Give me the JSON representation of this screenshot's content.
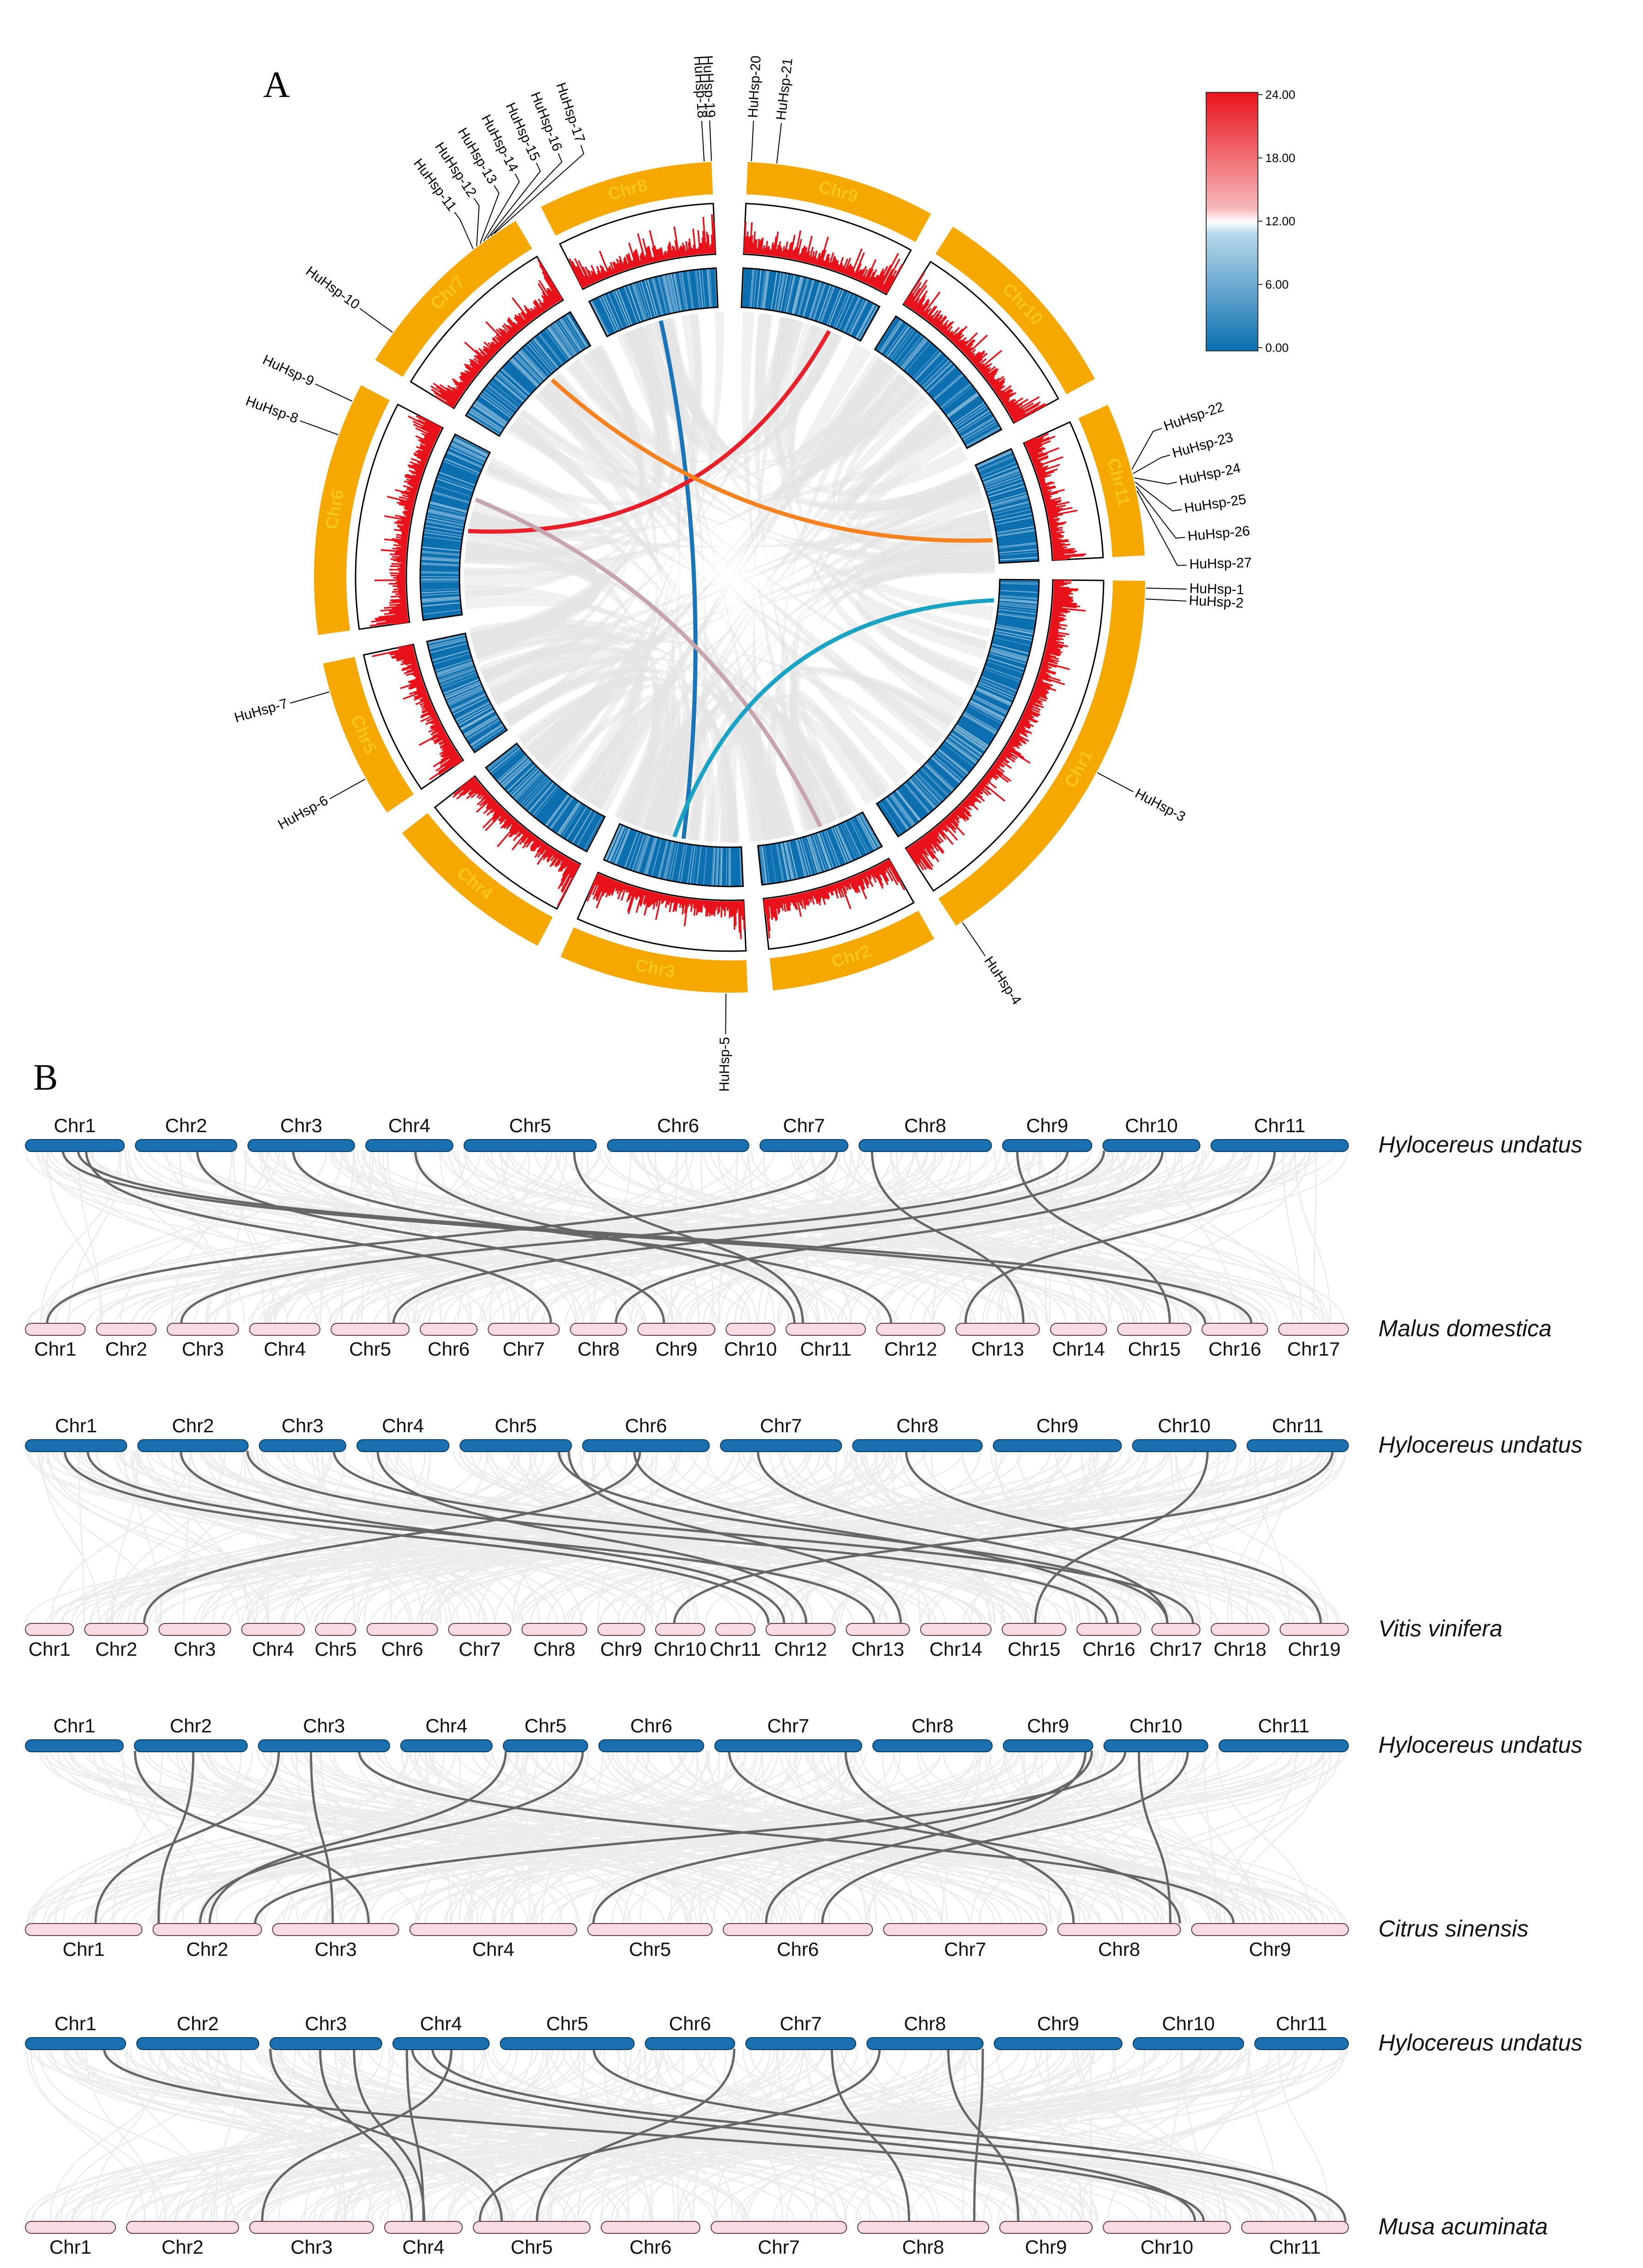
{
  "panels": {
    "A": "A",
    "B": "B"
  },
  "colors": {
    "chr_band": "#f5a800",
    "chr_label": "#f5c518",
    "density_red": "#e8121b",
    "heat_blue": "#0b6fb0",
    "ribbon_gray": "#e4e4e4",
    "top_bar": "#1a6fae",
    "bottom_bar": "#f7dbe3",
    "pair_line": "#666666"
  },
  "circos": {
    "chromosomes": [
      "Chr1",
      "Chr2",
      "Chr3",
      "Chr4",
      "Chr5",
      "Chr6",
      "Chr7",
      "Chr8",
      "Chr9",
      "Chr10",
      "Chr11"
    ],
    "genes": [
      {
        "name": "HuHsp-1",
        "chr": "Chr1"
      },
      {
        "name": "HuHsp-2",
        "chr": "Chr1"
      },
      {
        "name": "HuHsp-3",
        "chr": "Chr1"
      },
      {
        "name": "HuHsp-4",
        "chr": "Chr2"
      },
      {
        "name": "HuHsp-5",
        "chr": "Chr3"
      },
      {
        "name": "HuHsp-6",
        "chr": "Chr5"
      },
      {
        "name": "HuHsp-7",
        "chr": "Chr5"
      },
      {
        "name": "HuHsp-8",
        "chr": "Chr6"
      },
      {
        "name": "HuHsp-9",
        "chr": "Chr6"
      },
      {
        "name": "HuHsp-10",
        "chr": "Chr7"
      },
      {
        "name": "HuHsp-11",
        "chr": "Chr7"
      },
      {
        "name": "HuHsp-12",
        "chr": "Chr7"
      },
      {
        "name": "HuHsp-13",
        "chr": "Chr7"
      },
      {
        "name": "HuHsp-14",
        "chr": "Chr7"
      },
      {
        "name": "HuHsp-15",
        "chr": "Chr7"
      },
      {
        "name": "HuHsp-16",
        "chr": "Chr7"
      },
      {
        "name": "HuHsp-17",
        "chr": "Chr7"
      },
      {
        "name": "HuHsp-18",
        "chr": "Chr8"
      },
      {
        "name": "HuHsp-19",
        "chr": "Chr8"
      },
      {
        "name": "HuHsp-20",
        "chr": "Chr9"
      },
      {
        "name": "HuHsp-21",
        "chr": "Chr9"
      },
      {
        "name": "HuHsp-22",
        "chr": "Chr11"
      },
      {
        "name": "HuHsp-23",
        "chr": "Chr11"
      },
      {
        "name": "HuHsp-24",
        "chr": "Chr11"
      },
      {
        "name": "HuHsp-25",
        "chr": "Chr11"
      },
      {
        "name": "HuHsp-26",
        "chr": "Chr11"
      },
      {
        "name": "HuHsp-27",
        "chr": "Chr11"
      }
    ],
    "duplicated_pairs": [
      {
        "from": "Chr8",
        "to": "Chr3",
        "color": "#1a74b8"
      },
      {
        "from": "Chr6",
        "to": "Chr9",
        "color": "#e8202a"
      },
      {
        "from": "Chr7",
        "to": "Chr11",
        "color": "#f5821f"
      },
      {
        "from": "Chr6",
        "to": "Chr2",
        "color": "#c7a5ad"
      },
      {
        "from": "Chr1",
        "to": "Chr3",
        "color": "#1ba3c6"
      }
    ],
    "legend_ticks": [
      "24.00",
      "18.00",
      "12.00",
      "6.00",
      "0.00"
    ]
  },
  "synteny": [
    {
      "top_species": "Hylocereus undatus",
      "bottom_species": "Malus domestica",
      "top_chrs": [
        "Chr1",
        "Chr2",
        "Chr3",
        "Chr4",
        "Chr5",
        "Chr6",
        "Chr7",
        "Chr8",
        "Chr9",
        "Chr10",
        "Chr11"
      ],
      "bottom_chrs": [
        "Chr1",
        "Chr2",
        "Chr3",
        "Chr4",
        "Chr5",
        "Chr6",
        "Chr7",
        "Chr8",
        "Chr9",
        "Chr10",
        "Chr11",
        "Chr12",
        "Chr13",
        "Chr14",
        "Chr15",
        "Chr16",
        "Chr17"
      ]
    },
    {
      "top_species": "Hylocereus undatus",
      "bottom_species": "Vitis vinifera",
      "top_chrs": [
        "Chr1",
        "Chr2",
        "Chr3",
        "Chr4",
        "Chr5",
        "Chr6",
        "Chr7",
        "Chr8",
        "Chr9",
        "Chr10",
        "Chr11"
      ],
      "bottom_chrs": [
        "Chr1",
        "Chr2",
        "Chr3",
        "Chr4",
        "Chr5",
        "Chr6",
        "Chr7",
        "Chr8",
        "Chr9",
        "Chr10",
        "Chr11",
        "Chr12",
        "Chr13",
        "Chr14",
        "Chr15",
        "Chr16",
        "Chr17",
        "Chr18",
        "Chr19"
      ]
    },
    {
      "top_species": "Hylocereus undatus",
      "bottom_species": "Citrus sinensis",
      "top_chrs": [
        "Chr1",
        "Chr2",
        "Chr3",
        "Chr4",
        "Chr5",
        "Chr6",
        "Chr7",
        "Chr8",
        "Chr9",
        "Chr10",
        "Chr11"
      ],
      "bottom_chrs": [
        "Chr1",
        "Chr2",
        "Chr3",
        "Chr4",
        "Chr5",
        "Chr6",
        "Chr7",
        "Chr8",
        "Chr9"
      ]
    },
    {
      "top_species": "Hylocereus undatus",
      "bottom_species": "Musa acuminata",
      "top_chrs": [
        "Chr1",
        "Chr2",
        "Chr3",
        "Chr4",
        "Chr5",
        "Chr6",
        "Chr7",
        "Chr8",
        "Chr9",
        "Chr10",
        "Chr11"
      ],
      "bottom_chrs": [
        "Chr1",
        "Chr2",
        "Chr3",
        "Chr4",
        "Chr5",
        "Chr6",
        "Chr7",
        "Chr8",
        "Chr9",
        "Chr10",
        "Chr11"
      ]
    }
  ]
}
